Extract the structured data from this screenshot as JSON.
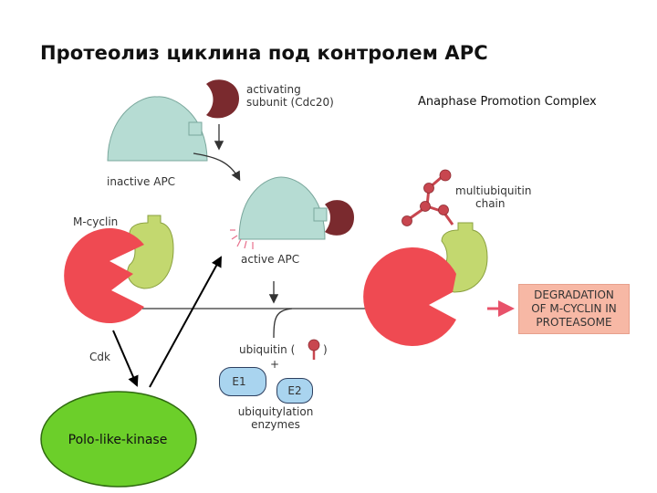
{
  "title": "Протеолиз циклина  под контролем APC",
  "apc_name": "Anaphase Promotion Complex",
  "labels": {
    "activating_line1": "activating",
    "activating_line2": "subunit (Cdc20)",
    "inactive_apc": "inactive APC",
    "active_apc": "active APC",
    "m_cyclin": "M-cyclin",
    "cdk": "Cdk",
    "multi_line1": "multiubiquitin",
    "multi_line2": "chain",
    "degradation_line1": "DEGRADATION",
    "degradation_line2": "OF M-CYCLIN IN",
    "degradation_line3": "PROTEASOME",
    "ubiquitin": "ubiquitin (",
    "ubiquitin_paren": ")",
    "plus": "+",
    "e1": "E1",
    "e2": "E2",
    "ubiq_enz_line1": "ubiquitylation",
    "ubiq_enz_line2": "enzymes",
    "polo": "Polo-like-kinase"
  },
  "colors": {
    "apc": "#b6dcd3",
    "cdc20": "#7a2a2e",
    "cyclin": "#c3d86f",
    "cdk": "#ef4a52",
    "ubiquitin": "#c8464f",
    "degradation_box": "#f7b8a5",
    "enzyme": "#a9d4ef",
    "polo": "#6ccf2a"
  }
}
